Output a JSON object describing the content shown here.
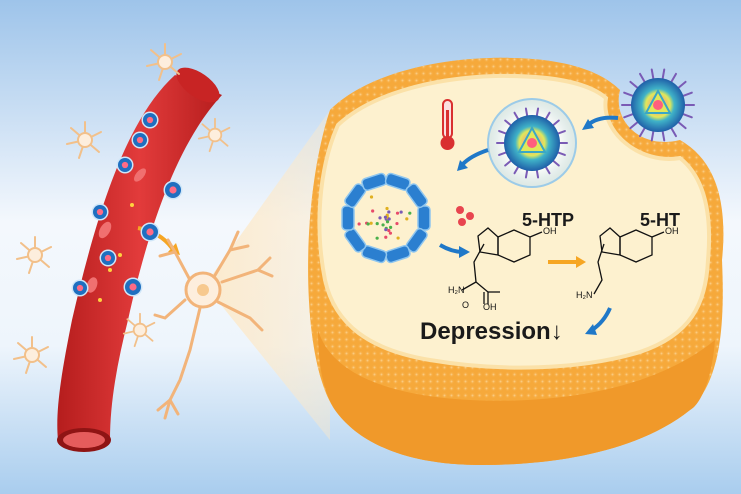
{
  "labels": {
    "precursor": "5-HTP",
    "product": "5-HT",
    "outcome": "Depression",
    "outcome_arrow": "↓"
  },
  "chem_labels": {
    "oh_1": "OH",
    "h2n_1": "H₂N",
    "o_1": "O",
    "oh_acid": "OH",
    "oh_2": "OH",
    "h2n_2": "H₂N"
  },
  "colors": {
    "background_top": "#9ec4ea",
    "background_mid": "#f4f8fd",
    "background_bottom": "#a9cdee",
    "blood_vessel": "#d92b2b",
    "vessel_lumen": "#e45454",
    "neuron": "#fdeedd",
    "neuron_outline": "#f2b47a",
    "cell_membrane": "#f6a93b",
    "cytoplasm": "#fdf1cf",
    "nanoparticle_shell": "#1f76c9",
    "nanoparticle_core": "#e84a6a",
    "arrow_blue": "#1f78c8",
    "arrow_orange": "#f6a623",
    "thermometer": "#d93030"
  },
  "icons": [
    "blood-vessel",
    "neuron-icon",
    "nanoparticle-icon",
    "thermometer-icon",
    "zoomed-cell",
    "5-htp-molecule",
    "5-ht-molecule"
  ]
}
